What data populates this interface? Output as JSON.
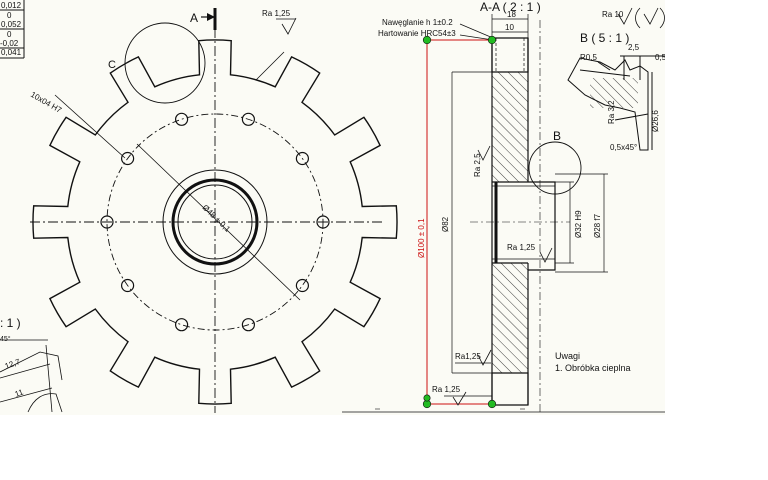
{
  "colors": {
    "paper": "#fbfbf5",
    "line": "#111111",
    "accent_red": "#cc1111",
    "grip_green": "#22bb22",
    "outside": "#ffffff"
  },
  "tolerance_table": [
    "0,012",
    "0",
    "0,052",
    "0",
    "-0,02",
    "0,041"
  ],
  "section_marker": "A",
  "detail_c_label": "C",
  "spline_label": "10x04 H7",
  "bore_dim": "Ø48 ± 0,1",
  "roughness_top": "Ra 1,25",
  "partial_view": {
    "title": ": 1 )",
    "angle": "45°",
    "dim1": "12,7",
    "dim2": "11"
  },
  "section": {
    "title": "A-A ( 2 : 1 )",
    "width_18": "18",
    "width_10": "10",
    "carburize_note": "Nawęglanie h 1±0.2",
    "hardness_note": "Hartowanie HRC54±3",
    "outer_dia": "Ø100 ± 0,1",
    "root_dia": "Ø82",
    "ra_25": "Ra 2,5",
    "ra_125_bore": "Ra 1,25",
    "hub_dia": "Ø32 H9",
    "shaft_dia": "Ø28 f7",
    "ra_left": "Ra1,25",
    "ra_bottom": "Ra 1,25",
    "detail_b_marker": "B"
  },
  "detail_b": {
    "title": "B ( 5 : 1 )",
    "surface": "Ra 10",
    "check_symbol": "(√)",
    "radius": "R0,5",
    "dim_25": "2,5",
    "dim_05": "0,5",
    "ra_32": "Ra 3,2",
    "dia_266": "Ø26,6",
    "chamfer": "0,5x45°"
  },
  "notes": {
    "title": "Uwagi",
    "item1": "1. Obróbka cieplna"
  }
}
